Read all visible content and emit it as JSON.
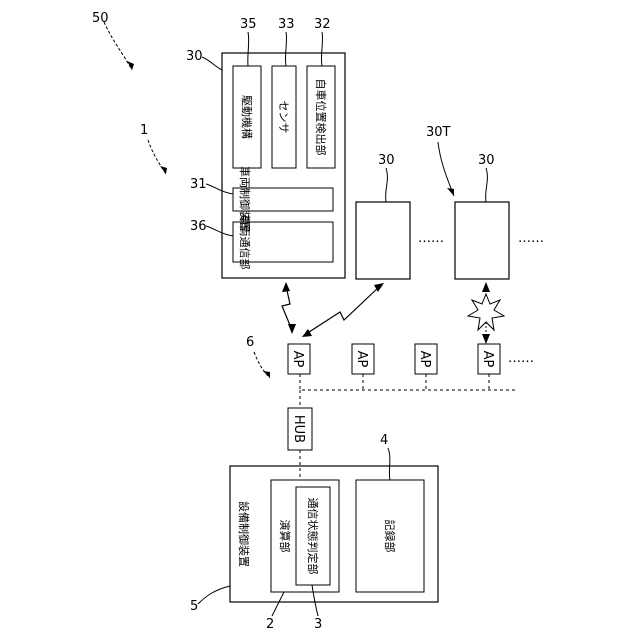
{
  "refs": {
    "r50": "50",
    "r1": "1",
    "r30a": "30",
    "r35": "35",
    "r33": "33",
    "r32": "32",
    "r31": "31",
    "r36": "36",
    "r30b": "30",
    "r30T": "30T",
    "r30c": "30",
    "r6": "6",
    "r4": "4",
    "r5": "5",
    "r2": "2",
    "r3": "3"
  },
  "vehicle": {
    "drive": "駆動機構",
    "sensor": "センサ",
    "position": "自車位置検出部",
    "control": "車両制御装置",
    "comm": "車両通信部"
  },
  "network": {
    "ap": "AP",
    "hub": "HUB",
    "dots": "……"
  },
  "facility": {
    "title": "設備制御装置",
    "compute": "演算部",
    "judge": "通信状態判定部",
    "record": "記録部"
  }
}
